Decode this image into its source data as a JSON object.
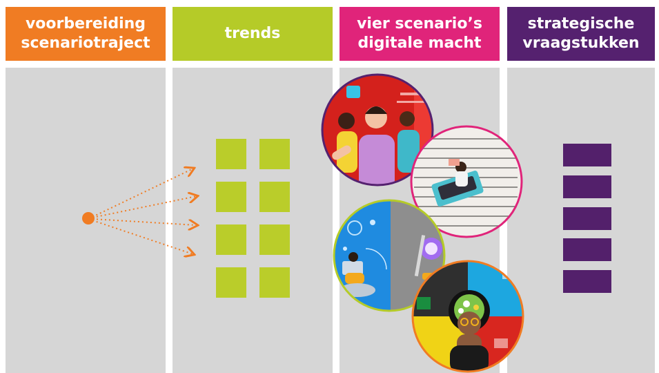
{
  "columns": [
    {
      "title": "voorbereiding\nscenariotraject",
      "color": "#f07c23"
    },
    {
      "title": "trends",
      "color": "#b5cb28"
    },
    {
      "title": "vier scenario’s\ndigitale macht",
      "color": "#e0247a"
    },
    {
      "title": "strategische\nvraagstukken",
      "color": "#55216f"
    }
  ],
  "panel_color": "#d6d6d6",
  "trend_color": "#bacd2a",
  "question_color": "#53206b",
  "origin_color": "#f07c23"
}
